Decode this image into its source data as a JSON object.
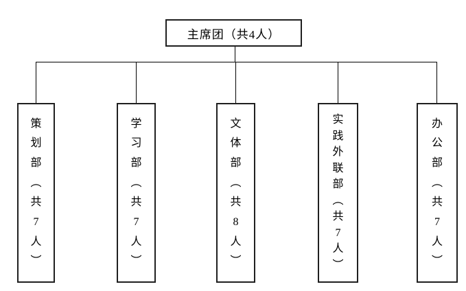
{
  "chart": {
    "type": "org-chart",
    "root": {
      "label": "主席团（共4人）",
      "members": 4
    },
    "departments": [
      {
        "label": "策划部（共7人）",
        "name": "策划部",
        "members": 7
      },
      {
        "label": "学习部（共7人）",
        "name": "学习部",
        "members": 7
      },
      {
        "label": "文体部（共8人）",
        "name": "文体部",
        "members": 8
      },
      {
        "label": "实践外联部（共7人）",
        "name": "实践外联部",
        "members": 7
      },
      {
        "label": "办公部（共7人）",
        "name": "办公部",
        "members": 7
      }
    ]
  },
  "colors": {
    "background": "#ffffff",
    "border": "#1f1f1f",
    "line": "#000000",
    "text": "#000000"
  }
}
